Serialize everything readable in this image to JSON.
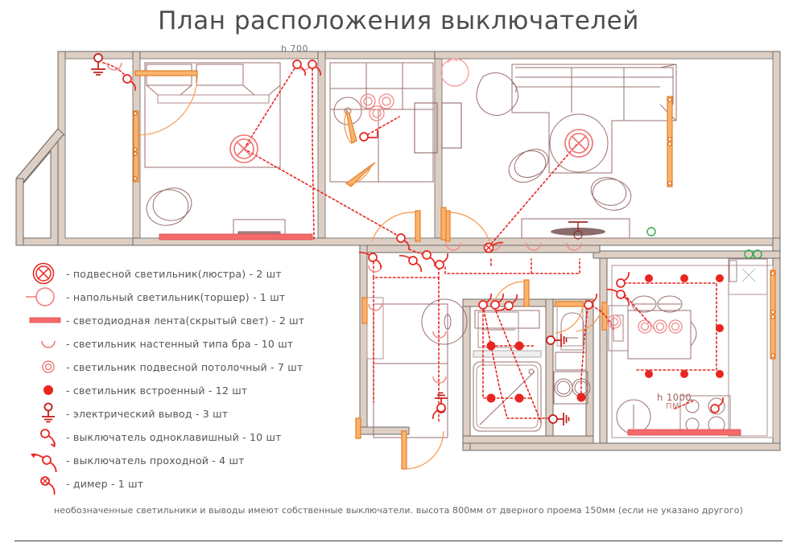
{
  "title": "План расположения выключателей",
  "annotations": {
    "height_700": "h 700",
    "height_1000": "h 1000",
    "dishwasher": "ПМ"
  },
  "legend": [
    {
      "icon": "pendant-chandelier-icon",
      "label": "- подвесной светильник(люстра) - 2 шт"
    },
    {
      "icon": "floor-lamp-icon",
      "label": "- напольный светильник(торшер) - 1 шт"
    },
    {
      "icon": "led-strip-icon",
      "label": "- светодиодная лента(скрытый свет) - 2 шт"
    },
    {
      "icon": "wall-sconce-icon",
      "label": "- светильник настенный типа бра - 10 шт"
    },
    {
      "icon": "ceiling-pendant-icon",
      "label": "- светильник подвесной потолочный - 7 шт"
    },
    {
      "icon": "recessed-light-icon",
      "label": "- светильник встроенный - 12 шт"
    },
    {
      "icon": "electrical-outlet-icon",
      "label": "- электрический вывод - 3 шт"
    },
    {
      "icon": "single-switch-icon",
      "label": "- выключатель одноклавишный - 10 шт"
    },
    {
      "icon": "two-way-switch-icon",
      "label": "- выключатель проходной - 4 шт"
    },
    {
      "icon": "dimmer-switch-icon",
      "label": "- димер - 1 шт"
    }
  ],
  "footer_note": "необозначенные светильники и выводы имеют собственные выключатели. высота 800мм от дверного проема 150мм (если не указано другого)",
  "colors": {
    "wall_fill": "#ddcfc4",
    "wall_stroke": "#6b6b6b",
    "furniture": "#9c6f6f",
    "electrical_red": "#e8251f",
    "light_pink": "#f08a8a",
    "door_orange": "#f79646",
    "led_strip": "#f56a6a",
    "green_accent": "#2fa84f",
    "title_gray": "#4d4d4d"
  }
}
